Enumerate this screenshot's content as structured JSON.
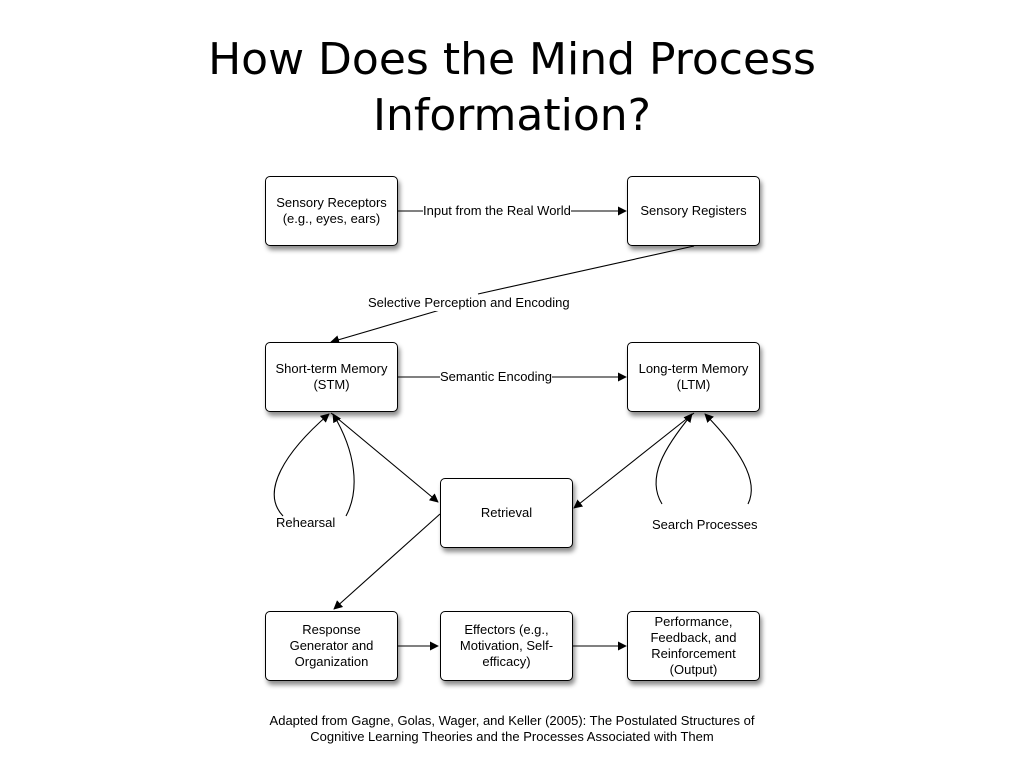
{
  "title": {
    "line1": "How Does the Mind Process",
    "line2": "Information?"
  },
  "diagram": {
    "nodes": {
      "sensory_receptors": [
        "Sensory Receptors",
        "(e.g., eyes, ears)"
      ],
      "sensory_registers": [
        "Sensory Registers"
      ],
      "stm": [
        "Short-term Memory",
        "(STM)"
      ],
      "ltm": [
        "Long-term Memory",
        "(LTM)"
      ],
      "retrieval": [
        "Retrieval"
      ],
      "response_generator": [
        "Response",
        "Generator and",
        "Organization"
      ],
      "effectors": [
        "Effectors (e.g.,",
        "Motivation, Self-",
        "efficacy)"
      ],
      "performance": [
        "Performance,",
        "Feedback, and",
        "Reinforcement",
        "(Output)"
      ]
    },
    "edge_labels": {
      "input": "Input from the Real World",
      "selective": "Selective Perception and Encoding",
      "semantic": "Semantic Encoding",
      "rehearsal": "Rehearsal",
      "search": "Search Processes"
    }
  },
  "caption": {
    "line1": "Adapted from Gagne, Golas, Wager, and Keller (2005): The Postulated Structures of",
    "line2": "Cognitive Learning Theories and the Processes Associated with Them"
  }
}
